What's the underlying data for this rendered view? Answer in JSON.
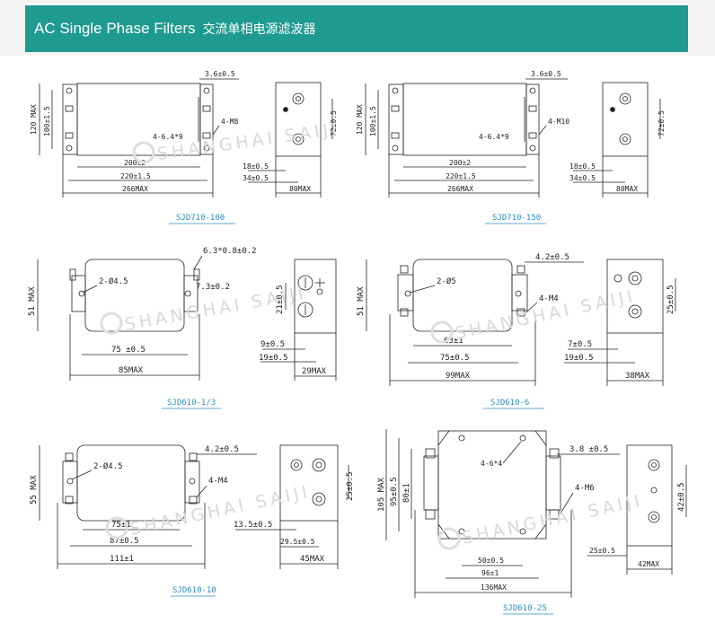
{
  "banner": {
    "title_en": "AC Single Phase Filters",
    "title_cn": "交流单相电源滤波器"
  },
  "watermark": "SHANGHAI SAIJI",
  "drawings": {
    "sjd710_100": {
      "caption": "SJD710-100",
      "d_3_6": "3.6±0.5",
      "d_120": "120 MAX",
      "d_100": "100±1.5",
      "d_hole": "4-6.4*9",
      "d_screw": "4-M8",
      "d_200": "200±2",
      "d_220": "220±1.5",
      "d_266": "266MAX",
      "d_72": "72±0.5",
      "d_18": "18±0.5",
      "d_34": "34±0.5",
      "d_80": "80MAX"
    },
    "sjd710_150": {
      "caption": "SJD710-150",
      "d_3_6": "3.6±0.5",
      "d_120": "120 MAX",
      "d_100": "100±1.5",
      "d_hole": "4-6.4*9",
      "d_screw": "4-M10",
      "d_200": "200±2",
      "d_220": "220±1.5",
      "d_266": "266MAX",
      "d_72": "72±0.5",
      "d_18": "18±0.5",
      "d_34": "34±0.5",
      "d_80": "80MAX"
    },
    "sjd610_1_3": {
      "caption": "SJD610-1/3",
      "d_slot": "6.3*0.8±0.2",
      "d_hole": "2-Ø4.5",
      "d_7_3": "7.3±0.2",
      "d_51": "51 MAX",
      "d_75": "75 ±0.5",
      "d_85": "85MAX",
      "d_21": "21±0.5",
      "d_9": "9±0.5",
      "d_19": "19±0.5",
      "d_29": "29MAX"
    },
    "sjd610_6": {
      "caption": "SJD610-6",
      "d_4_2": "4.2±0.5",
      "d_hole": "2-Ø5",
      "d_screw": "4-M4",
      "d_51": "51 MAX",
      "d_63": "63±1",
      "d_75": "75±0.5",
      "d_99": "99MAX",
      "d_25": "25±0.5",
      "d_7": "7±0.5",
      "d_19": "19±0.5",
      "d_38": "38MAX"
    },
    "sjd610_10": {
      "caption": "SJD610-10",
      "d_4_2": "4.2±0.5",
      "d_hole": "2-Ø4.5",
      "d_screw": "4-M4",
      "d_55": "55 MAX",
      "d_75": "75±1",
      "d_87": "87±0.5",
      "d_111": "111±1",
      "d_25": "25±0.5",
      "d_13_5": "13.5±0.5",
      "d_29_5": "29.5±0.5",
      "d_45": "45MAX"
    },
    "sjd610_25": {
      "caption": "SJD610-25",
      "d_hole": "4-6*4",
      "d_3_8": "3.8 ±0.5",
      "d_screw": "4-M6",
      "d_105": "105 MAX",
      "d_95": "95±0.5",
      "d_80": "80±1",
      "d_50": "50±0.5",
      "d_96": "96±1",
      "d_136": "136MAX",
      "d_42": "42±0.5",
      "d_25": "25±0.5",
      "d_42max": "42MAX"
    }
  }
}
